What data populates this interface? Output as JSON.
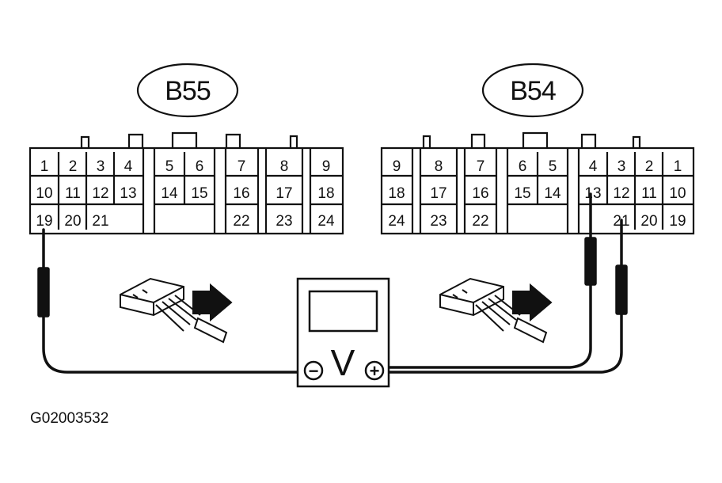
{
  "connectors": {
    "left": {
      "id": "B55",
      "rows": [
        [
          "1",
          "2",
          "3",
          "4",
          "5",
          "6",
          "7",
          "8",
          "9"
        ],
        [
          "10",
          "11",
          "12",
          "13",
          "14",
          "15",
          "16",
          "17",
          "18"
        ],
        [
          "19",
          "20",
          "21",
          "22",
          "23",
          "24"
        ]
      ]
    },
    "right": {
      "id": "B54",
      "rows": [
        [
          "9",
          "8",
          "7",
          "6",
          "5",
          "4",
          "3",
          "2",
          "1"
        ],
        [
          "18",
          "17",
          "16",
          "15",
          "14",
          "13",
          "12",
          "11",
          "10"
        ],
        [
          "24",
          "23",
          "22",
          "21",
          "20",
          "19"
        ]
      ]
    }
  },
  "meter": {
    "symbol": "V",
    "negative_symbol": "−",
    "positive_symbol": "+"
  },
  "probes": {
    "negative_pin": "19",
    "positive_pins": [
      "13",
      "21"
    ]
  },
  "figure_id": "G02003532",
  "colors": {
    "line": "#111111",
    "background": "#ffffff"
  }
}
